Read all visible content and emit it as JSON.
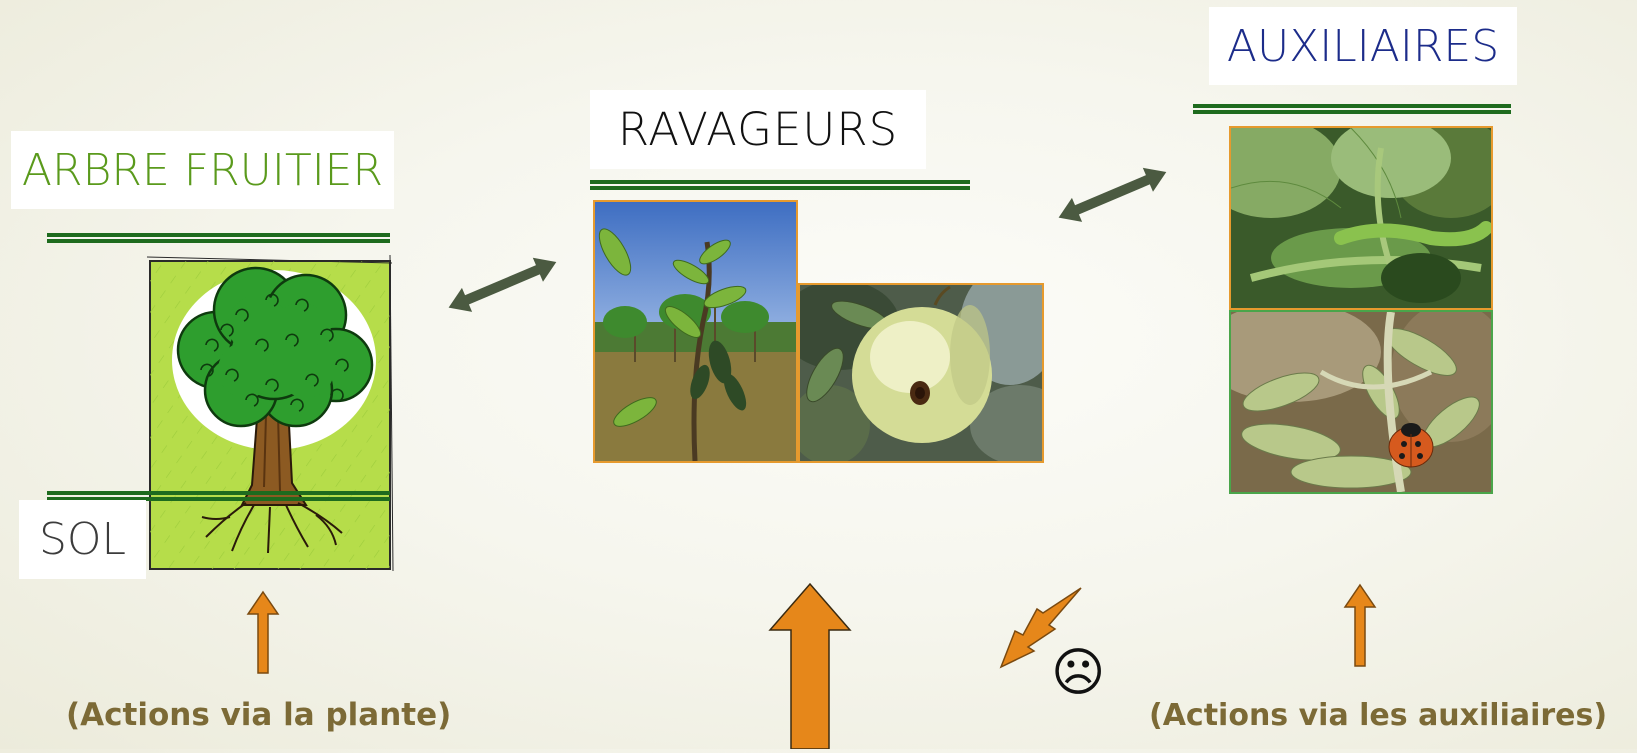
{
  "titles": {
    "arbre": "ARBRE FRUITIER",
    "sol": "SOL",
    "ravageurs": "RAVAGEURS",
    "auxiliaires": "AUXILIAIRES"
  },
  "captions": {
    "plante": "(Actions via la plante)",
    "auxiliaires": "(Actions via les auxiliaires)"
  },
  "icons": {
    "sad_face": "☹"
  },
  "colors": {
    "arbre_title": "#5a9a1c",
    "sol_title": "#3c3c3c",
    "ravageurs_title": "#111111",
    "auxiliaires_title": "#1c2c8a",
    "underline": "#1e6b1e",
    "orange_arrow": "#e6871a",
    "double_arrow": "#4b5a41",
    "caption": "#7c6a36",
    "photo_border_orange": "#e69a2e",
    "photo_border_green": "#4aa54a"
  }
}
